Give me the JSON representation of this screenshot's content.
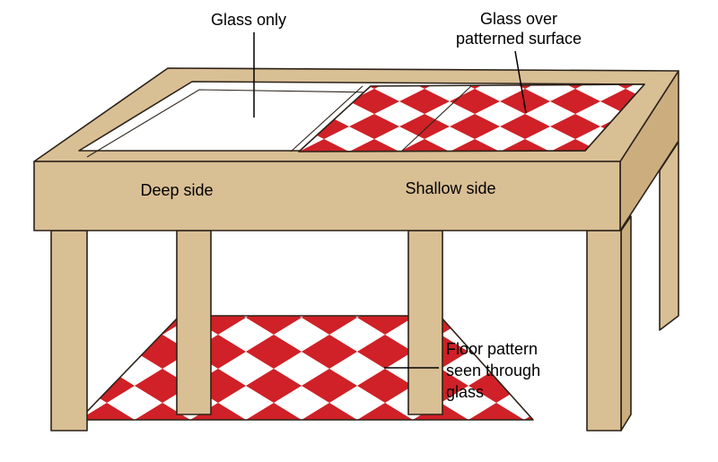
{
  "colors": {
    "background": "#ffffff",
    "wood": "#d9bf94",
    "wood_shade": "#ccae7e",
    "checker_red": "#cf2127",
    "white": "#ffffff",
    "outline": "#2b2219",
    "text": "#000000"
  },
  "labels": {
    "glass_only": "Glass only",
    "glass_over_line1": "Glass over",
    "glass_over_line2": "patterned surface",
    "deep_side": "Deep side",
    "shallow_side": "Shallow side",
    "floor_pattern_line1": "Floor pattern",
    "floor_pattern_line2": "seen through",
    "floor_pattern_line3": "glass"
  }
}
